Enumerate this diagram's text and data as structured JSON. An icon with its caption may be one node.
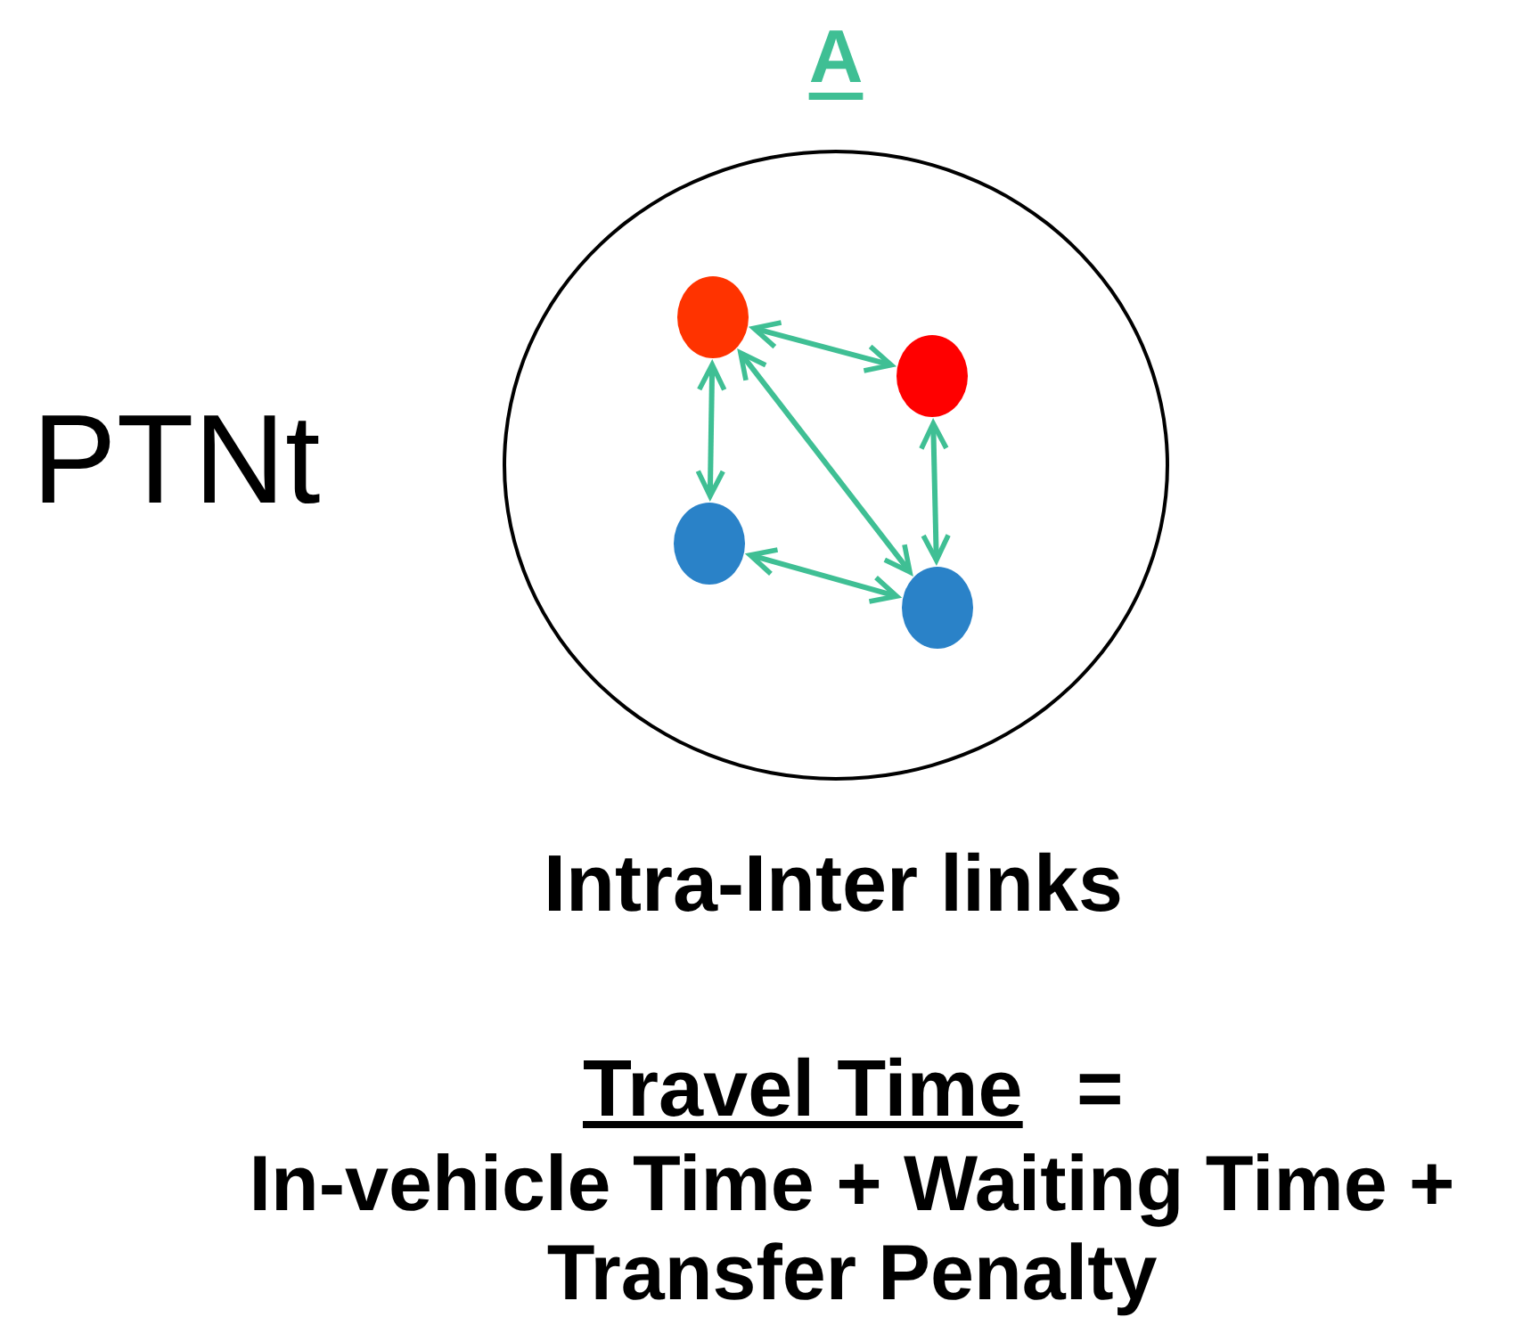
{
  "diagram": {
    "nodes": [
      {
        "text": [
          "A"
        ]
      },
      {
        "text": [],
        "shape": "circle",
        "in": 0
      },
      {
        "text": [],
        "shape": "circle",
        "in": 0
      },
      {
        "text": [],
        "shape": "circle",
        "in": 0
      },
      {
        "text": [],
        "shape": "circle",
        "in": 0
      }
    ],
    "edges": [
      {
        "from": 1,
        "to": 2,
        "arrow": "both"
      },
      {
        "from": 1,
        "to": 3,
        "arrow": "both"
      },
      {
        "from": 1,
        "to": 4,
        "arrow": "both"
      },
      {
        "from": 2,
        "to": 4,
        "arrow": "both"
      },
      {
        "from": 3,
        "to": 4,
        "arrow": "both"
      }
    ],
    "labels": [
      "PTNt",
      "Intra-Inter links",
      "Travel Time",
      "=",
      "In-vehicle Time + Waiting Time + Transfer Penalty"
    ]
  }
}
